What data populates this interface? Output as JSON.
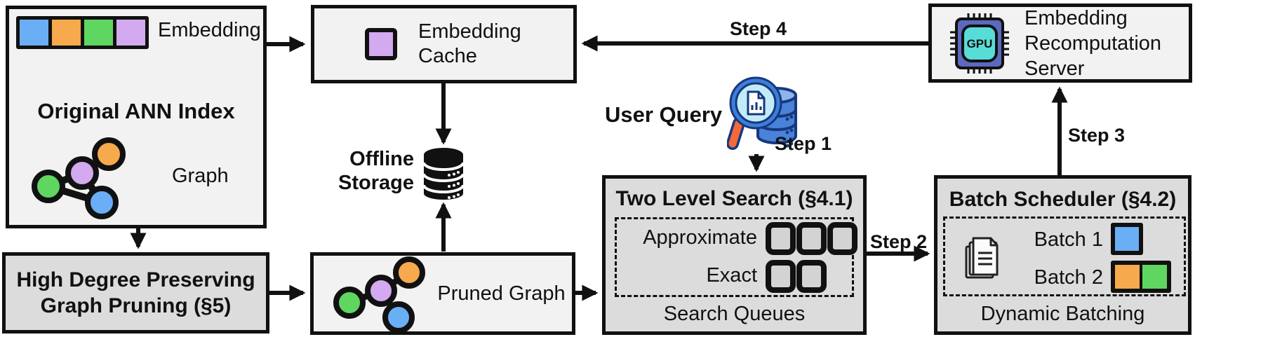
{
  "palette": {
    "blue": "#6aaef5",
    "orange": "#f7a94d",
    "green": "#5fd660",
    "purple": "#d3a9f0",
    "box_light": "#f2f2f2",
    "box_dark": "#dcdcdc",
    "line": "#111111",
    "gpu_chip": "#5b6abf",
    "gpu_core": "#58dcd8",
    "db_blue": "#4a82d9",
    "db_blue_top": "#8fb4ea",
    "lens_fill": "#c2ebf7",
    "lens_rim": "#3d7ed9",
    "icon_outline": "#16387d",
    "handle_orange": "#f2693a"
  },
  "original_index": {
    "embedding_label": "Embedding",
    "title": "Original ANN Index",
    "graph_label": "Graph"
  },
  "embedding_cache": {
    "line1": "Embedding",
    "line2": "Cache"
  },
  "recomputation_server": {
    "line1": "Embedding",
    "line2": "Recomputation",
    "line3": "Server"
  },
  "offline_storage": {
    "line1": "Offline",
    "line2": "Storage"
  },
  "user_query": {
    "label": "User Query"
  },
  "high_degree_pruning": {
    "line1": "High Degree Preserving",
    "line2": "Graph Pruning (§5)"
  },
  "pruned_graph": {
    "label": "Pruned Graph"
  },
  "two_level_search": {
    "title": "Two Level Search (§4.1)",
    "row1_label": "Approximate",
    "row2_label": "Exact",
    "footer": "Search Queues"
  },
  "batch_scheduler": {
    "title": "Batch Scheduler (§4.2)",
    "row1_label": "Batch 1",
    "row2_label": "Batch 2",
    "footer": "Dynamic Batching"
  },
  "steps": {
    "step1": "Step 1",
    "step2": "Step 2",
    "step3": "Step 3",
    "step4": "Step 4"
  },
  "gpu_icon_label": "GPU"
}
